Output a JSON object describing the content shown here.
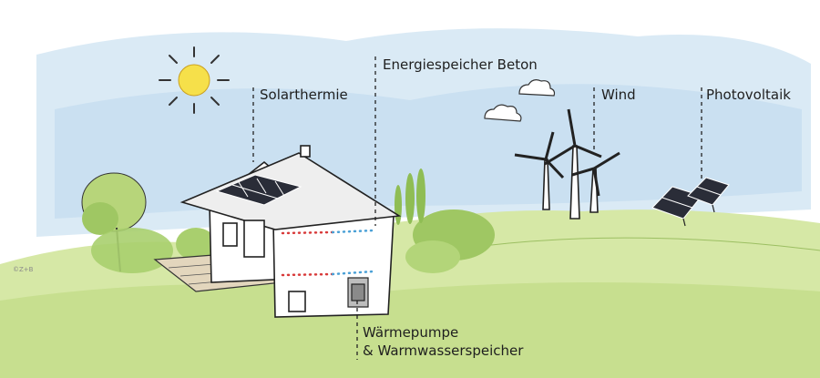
{
  "labels": {
    "solarthermie": "Solarthermie",
    "energiespeicher": "Energiespeicher Beton",
    "wind": "Wind",
    "photovoltaik": "Photovoltaik",
    "waermepumpe_line1": "Wärmepumpe",
    "waermepumpe_line2": "& Warmwasserspeicher"
  },
  "copyright": "©Z+B",
  "colors": {
    "sky": "#cfe3f2",
    "grass": "#cfe39a",
    "sun": "#f6e04a",
    "ink": "#222222",
    "pipe_red": "#d83a3a",
    "pipe_blue": "#4aa0d6"
  }
}
